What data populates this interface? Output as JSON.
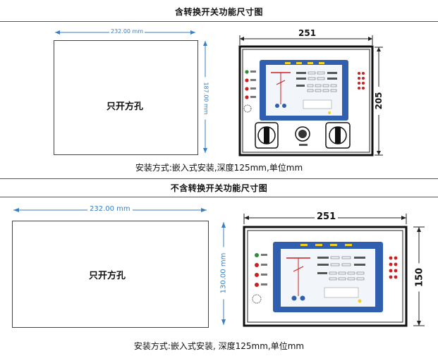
{
  "section1": {
    "title": "含转换开关功能尺寸图",
    "cutout_width": "232.00 mm",
    "cutout_height": "187.00 mm",
    "cutout_label": "只开方孔",
    "panel_width": "251",
    "panel_height": "205",
    "note": "安装方式:嵌入式安装,深度125mm,单位mm"
  },
  "section2": {
    "title": "不含转换开关功能尺寸图",
    "cutout_width": "232.00 mm",
    "cutout_height": "130.00 mm",
    "cutout_label": "只开方孔",
    "panel_width": "251",
    "panel_height": "150",
    "note": "安装方式:嵌入式安装, 深度125mm,单位mm"
  },
  "colors": {
    "dimension_blue": "#3a7fc1",
    "screen_blue": "#2f5fae",
    "led_red": "#cc1f1f",
    "led_green": "#2e8b3a",
    "indicator_yellow": "#f4d21c"
  }
}
